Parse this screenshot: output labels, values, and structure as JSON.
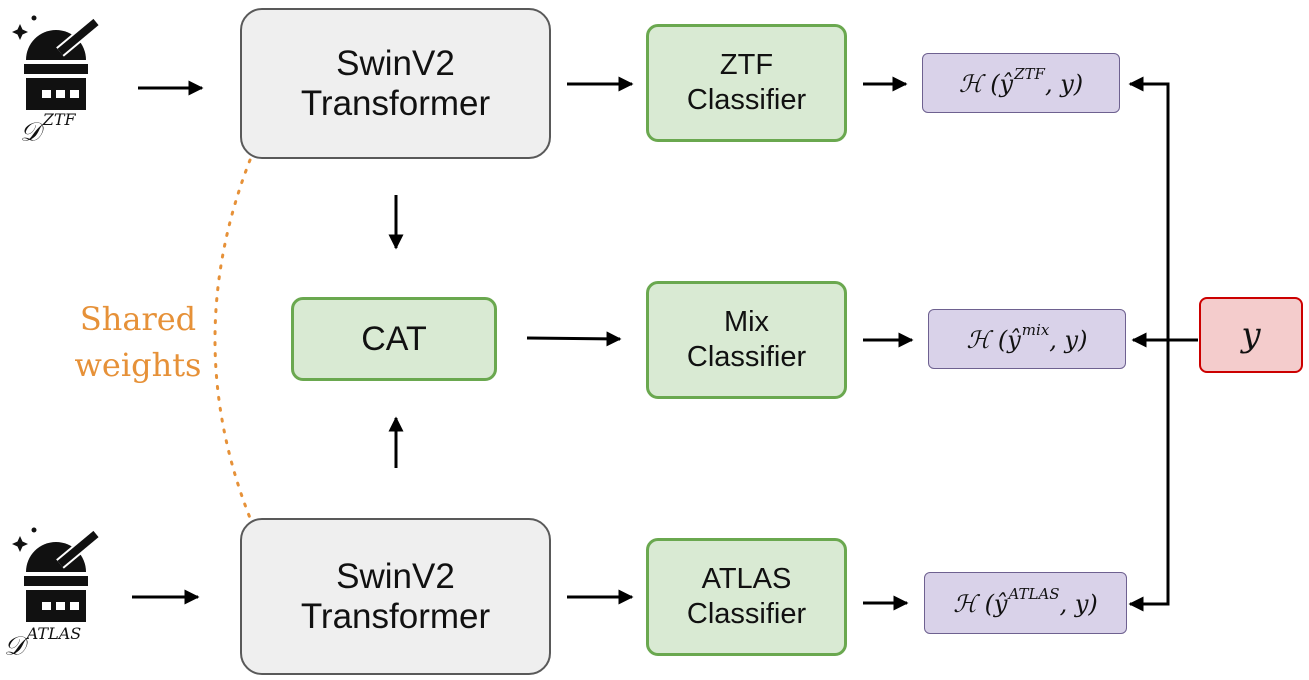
{
  "sources": {
    "ztf": {
      "label_main": "𝒟",
      "label_sup": "ZTF",
      "icon": "observatory-icon"
    },
    "atlas": {
      "label_main": "𝒟",
      "label_sup": "ATLAS",
      "icon": "observatory-icon"
    }
  },
  "encoders": {
    "top": {
      "line1": "SwinV2",
      "line2": "Transformer"
    },
    "bottom": {
      "line1": "SwinV2",
      "line2": "Transformer"
    }
  },
  "shared_weights": {
    "line1": "Shared",
    "line2": "weights"
  },
  "cat": {
    "label": "CAT"
  },
  "classifiers": {
    "ztf": {
      "line1": "ZTF",
      "line2": "Classifier"
    },
    "mix": {
      "line1": "Mix",
      "line2": "Classifier"
    },
    "atlas": {
      "line1": "ATLAS",
      "line2": "Classifier"
    }
  },
  "losses": {
    "ztf": {
      "pre": "ℋ (ŷ",
      "sup": "ZTF",
      "post": ", y)"
    },
    "mix": {
      "pre": "ℋ (ŷ",
      "sup": "mix",
      "post": ", y)"
    },
    "atlas": {
      "pre": "ℋ (ŷ",
      "sup": "ATLAS",
      "post": ", y)"
    }
  },
  "target": {
    "label": "y"
  },
  "colors": {
    "encoder_fill": "#efefef",
    "module_fill": "#d9ead3",
    "module_border": "#6aa84f",
    "loss_fill": "#d9d2e9",
    "target_fill": "#f4cccc",
    "target_border": "#cc0000",
    "shared_text": "#e69138"
  }
}
